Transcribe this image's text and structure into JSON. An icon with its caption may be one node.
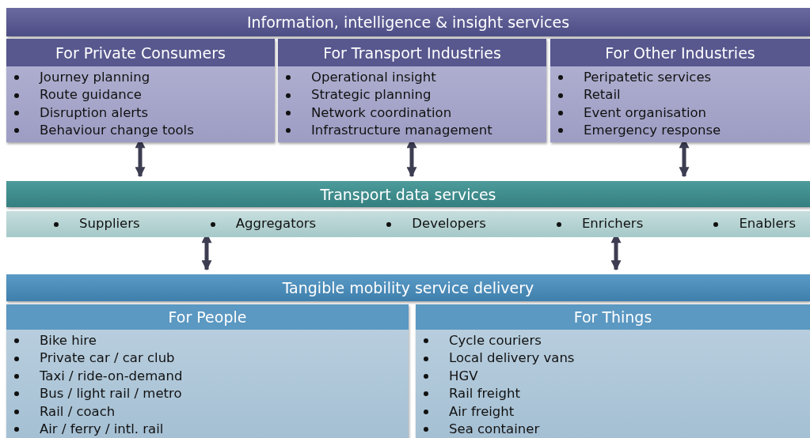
{
  "diagram": {
    "nodes": [
      {
        "text": [
          "Information, intelligence & insight services"
        ]
      },
      {
        "text": [
          "For Private Consumers",
          "Journey planning",
          "Route guidance",
          "Disruption alerts",
          "Behaviour change tools"
        ]
      },
      {
        "text": [
          "For Transport Industries",
          "Operational insight",
          "Strategic planning",
          "Network coordination",
          "Infrastructure management"
        ]
      },
      {
        "text": [
          "For Other Industries",
          "Peripatetic services",
          "Retail",
          "Event organisation",
          "Emergency response"
        ]
      },
      {
        "text": [
          "Transport data services"
        ]
      },
      {
        "text": [
          "Suppliers",
          "Aggregators",
          "Developers",
          "Enrichers",
          "Enablers"
        ]
      },
      {
        "text": [
          "Tangible mobility service delivery"
        ]
      },
      {
        "text": [
          "For People",
          "Bike hire",
          "Private car / car club",
          "Taxi / ride-on-demand",
          "Bus / light rail / metro",
          "Rail / coach",
          "Air / ferry / intl. rail"
        ]
      },
      {
        "text": [
          "For Things",
          "Cycle couriers",
          "Local delivery vans",
          "HGV",
          "Rail freight",
          "Air freight",
          "Sea container"
        ]
      }
    ],
    "edges": [
      {
        "from": 1,
        "to": 4,
        "arrow": "both"
      },
      {
        "from": 2,
        "to": 4,
        "arrow": "both"
      },
      {
        "from": 3,
        "to": 4,
        "arrow": "both"
      },
      {
        "from": 5,
        "to": 6,
        "arrow": "both"
      },
      {
        "from": 5,
        "to": 6,
        "arrow": "both"
      }
    ]
  }
}
